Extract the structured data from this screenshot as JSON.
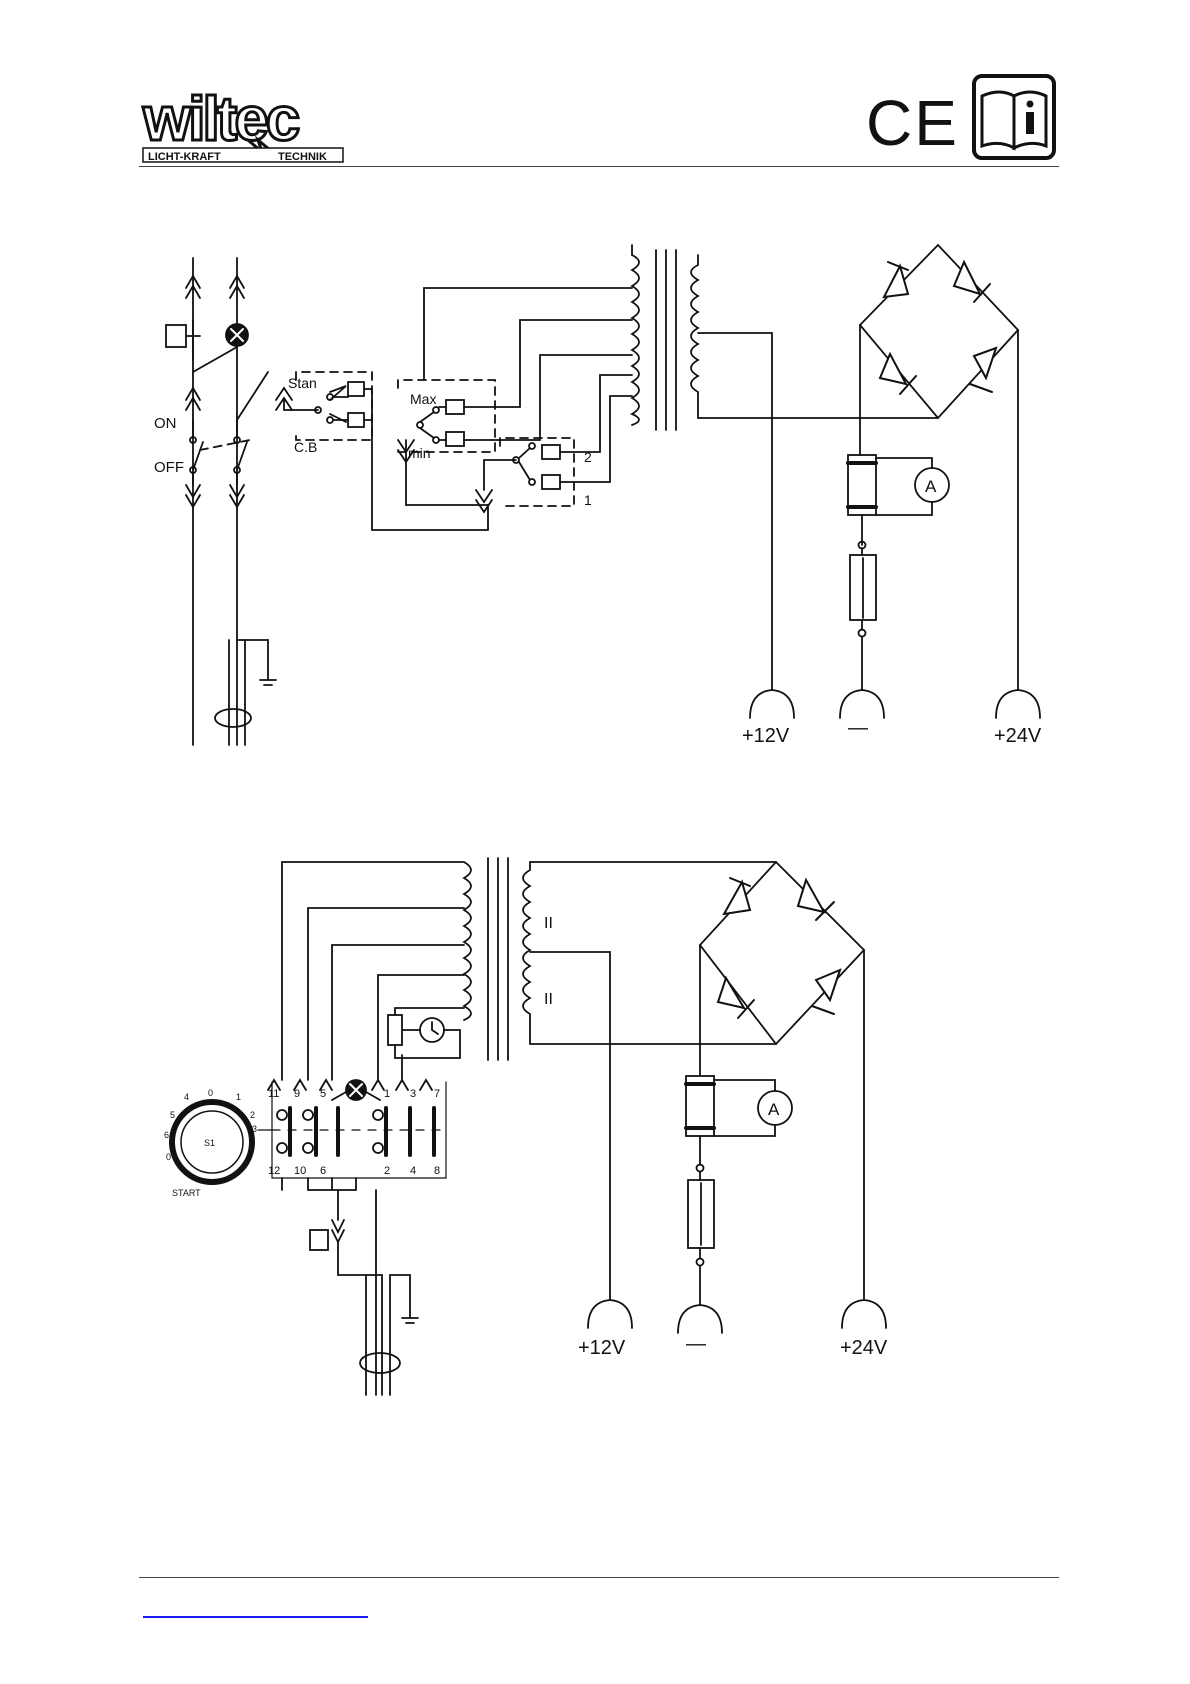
{
  "header": {
    "logo_text": "wiltec",
    "logo_tagline_left": "LICHT-KRAFT",
    "logo_tagline_right": "TECHNIK",
    "ce_mark": "CE",
    "info_icon": "book-info-icon"
  },
  "diagram_top": {
    "switch_on": "ON",
    "switch_off": "OFF",
    "sel_stan": "Stan",
    "sel_cb": "C.B",
    "sel_max": "Max",
    "sel_min": "min",
    "sel_2": "2",
    "sel_1": "1",
    "ammeter": "A",
    "out_12v": "+12V",
    "out_minus": "—",
    "out_24v": "+24V"
  },
  "diagram_bottom": {
    "dial_label": "START",
    "dial_center": "S1",
    "dial_positions": [
      "0",
      "1",
      "2",
      "3",
      "4",
      "5",
      "6",
      "0"
    ],
    "sec_label_1": "II",
    "sec_label_2": "II",
    "term_top": [
      "11",
      "9",
      "5",
      "1",
      "3",
      "7"
    ],
    "term_bottom": [
      "12",
      "10",
      "6",
      "2",
      "4",
      "8"
    ],
    "ammeter": "A",
    "out_12v": "+12V",
    "out_minus": "—",
    "out_24v": "+24V"
  },
  "colors": {
    "ink": "#111111",
    "link": "#1a1aff"
  }
}
